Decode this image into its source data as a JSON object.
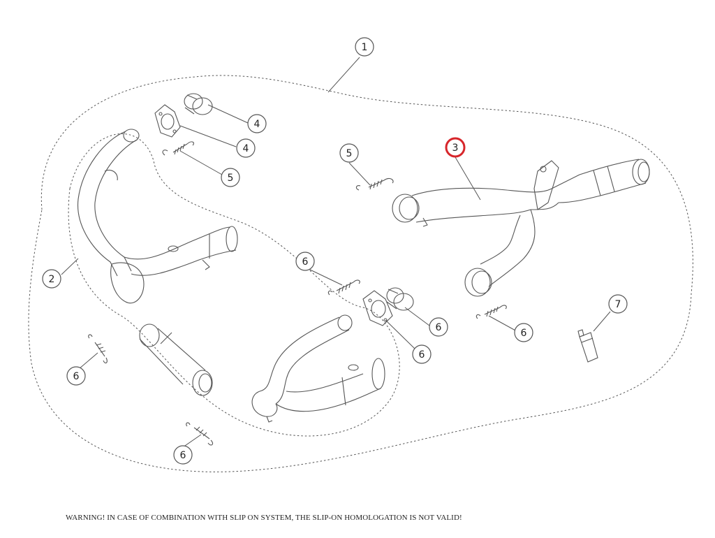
{
  "callouts": [
    {
      "label": "1",
      "highlighted": false
    },
    {
      "label": "2",
      "highlighted": false
    },
    {
      "label": "3",
      "highlighted": true
    },
    {
      "label": "4",
      "highlighted": false
    },
    {
      "label": "4",
      "highlighted": false
    },
    {
      "label": "5",
      "highlighted": false
    },
    {
      "label": "5",
      "highlighted": false
    },
    {
      "label": "6",
      "highlighted": false
    },
    {
      "label": "6",
      "highlighted": false
    },
    {
      "label": "6",
      "highlighted": false
    },
    {
      "label": "6",
      "highlighted": false
    },
    {
      "label": "6",
      "highlighted": false
    },
    {
      "label": "6",
      "highlighted": false
    },
    {
      "label": "7",
      "highlighted": false
    }
  ],
  "warning": "WARNING! IN CASE OF COMBINATION WITH SLIP ON SYSTEM, THE SLIP-ON HOMOLOGATION IS NOT VALID!",
  "colors": {
    "line": "#555555",
    "highlight": "#d7262b",
    "text": "#222222"
  }
}
